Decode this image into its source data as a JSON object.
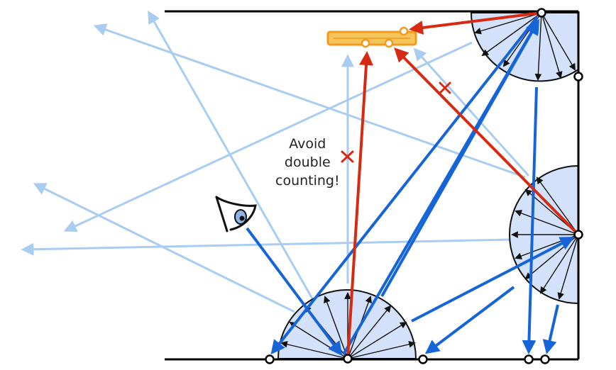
{
  "annotation": {
    "lines": [
      "Avoid",
      "double",
      "counting!"
    ]
  },
  "colors": {
    "walls": "#000000",
    "hemisphere_fill": "#d4e1fa",
    "hemisphere_stroke": "#111111",
    "primary_rays": "#1565d8",
    "secondary_rays": "#a9cdf0",
    "light_path_rays": "#d62a12",
    "light_source_fill": "#f5c55b",
    "light_source_stroke": "#f29a1e",
    "reject_mark": "#d62a12",
    "vertex_fill": "#ffffff",
    "vertex_stroke": "#000000"
  },
  "icons": {
    "eye": "eye-icon",
    "reject_mark": "x-mark-icon",
    "light_source": "area-light-icon"
  }
}
